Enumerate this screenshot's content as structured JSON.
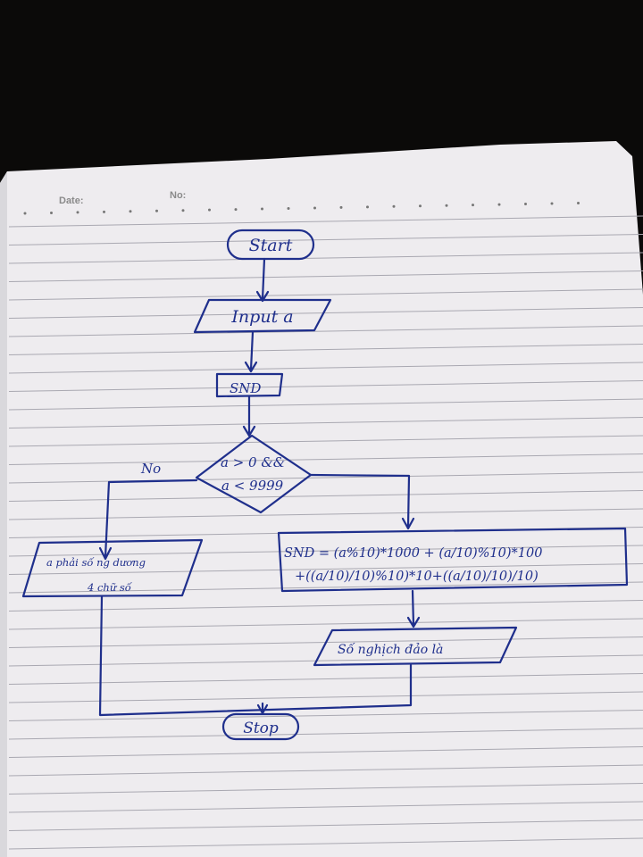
{
  "header": {
    "date_label": "Date:",
    "no_label": "No:"
  },
  "flowchart": {
    "start": "Start",
    "input": "Input a",
    "assign": "SND",
    "condition_line1": "a > 0 &&",
    "condition_line2": "a < 9999",
    "no_label": "No",
    "error_line1": "a phải số ng dương",
    "error_line2": "4 chữ số",
    "formula_line1": "SND = (a%10)*1000 + (a/10)%10)*100",
    "formula_line2": "+((a/10)/10)%10)*10+((a/10)/10)/10)",
    "output": "Số nghịch đảo là",
    "stop": "Stop"
  },
  "colors": {
    "ink": "#1f2f8c",
    "paper": "#eeecef",
    "rule_line": "#a9a8b1",
    "background": "#0b0a09"
  }
}
